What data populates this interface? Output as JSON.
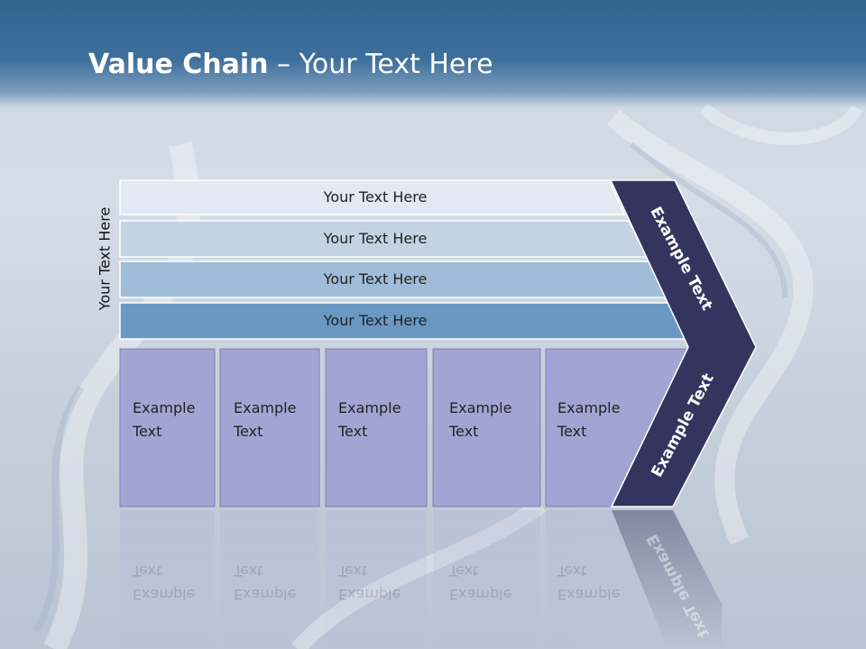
{
  "title": {
    "bold": "Value Chain",
    "rest": " – Your Text Here"
  },
  "side_label": "Your Text Here",
  "bars": [
    {
      "label": "Your Text Here",
      "color": "#e2e9f2"
    },
    {
      "label": "Your Text Here",
      "color": "#c3d3e4"
    },
    {
      "label": "Your Text Here",
      "color": "#9fbdd8"
    },
    {
      "label": "Your Text Here",
      "color": "#6a98c3"
    }
  ],
  "columns": [
    {
      "text": "Example\nText"
    },
    {
      "text": "Example\nText"
    },
    {
      "text": "Example\nText"
    },
    {
      "text": "Example\nText"
    },
    {
      "text": "Example\nText"
    }
  ],
  "chevron": {
    "upper_text": "Example Text",
    "lower_text": "Example Text",
    "color": "#33355e"
  },
  "column_color": "#a2a5d3"
}
